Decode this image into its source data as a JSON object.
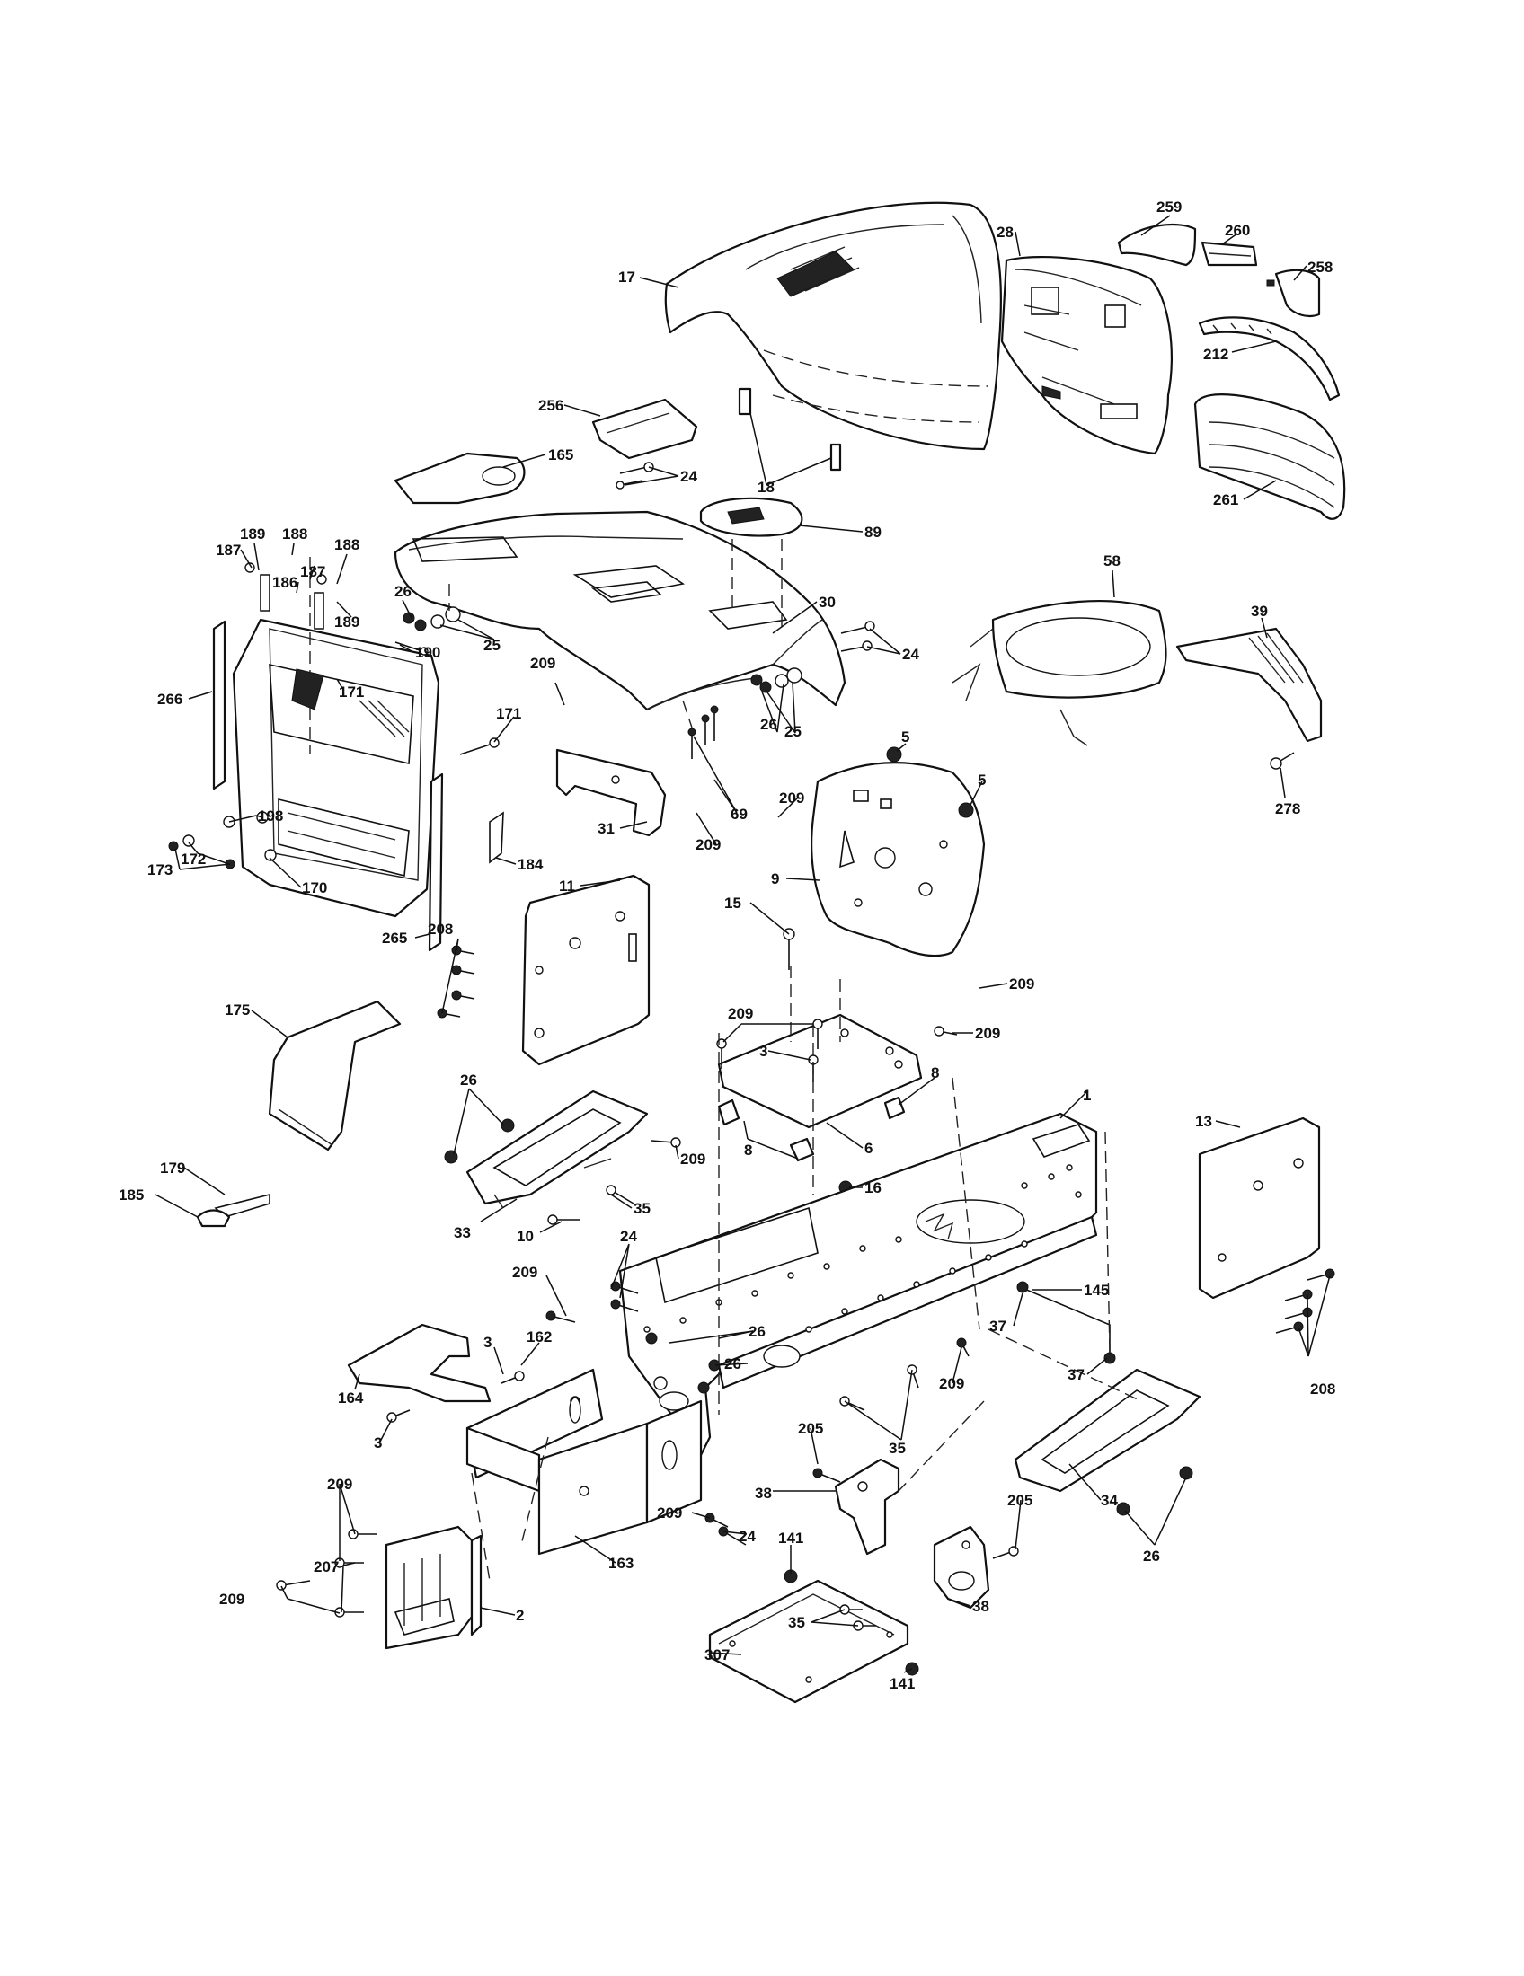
{
  "callouts": [
    {
      "id": "c-259",
      "text": "259"
    },
    {
      "id": "c-260",
      "text": "260"
    },
    {
      "id": "c-28",
      "text": "28"
    },
    {
      "id": "c-258",
      "text": "258"
    },
    {
      "id": "c-17",
      "text": "17"
    },
    {
      "id": "c-212",
      "text": "212"
    },
    {
      "id": "c-256",
      "text": "256"
    },
    {
      "id": "c-18",
      "text": "18"
    },
    {
      "id": "c-261",
      "text": "261"
    },
    {
      "id": "c-165",
      "text": "165"
    },
    {
      "id": "c-24a",
      "text": "24"
    },
    {
      "id": "c-89",
      "text": "89"
    },
    {
      "id": "c-189a",
      "text": "189"
    },
    {
      "id": "c-188a",
      "text": "188"
    },
    {
      "id": "c-187a",
      "text": "187"
    },
    {
      "id": "c-188b",
      "text": "188"
    },
    {
      "id": "c-187b",
      "text": "187"
    },
    {
      "id": "c-186",
      "text": "186"
    },
    {
      "id": "c-189b",
      "text": "189"
    },
    {
      "id": "c-26a",
      "text": "26"
    },
    {
      "id": "c-25a",
      "text": "25"
    },
    {
      "id": "c-30",
      "text": "30"
    },
    {
      "id": "c-24b",
      "text": "24"
    },
    {
      "id": "c-58",
      "text": "58"
    },
    {
      "id": "c-39",
      "text": "39"
    },
    {
      "id": "c-190",
      "text": "190"
    },
    {
      "id": "c-266",
      "text": "266"
    },
    {
      "id": "c-171a",
      "text": "171"
    },
    {
      "id": "c-171b",
      "text": "171"
    },
    {
      "id": "c-209a",
      "text": "209"
    },
    {
      "id": "c-26b",
      "text": "26"
    },
    {
      "id": "c-25b",
      "text": "25"
    },
    {
      "id": "c-278",
      "text": "278"
    },
    {
      "id": "c-5a",
      "text": "5"
    },
    {
      "id": "c-5b",
      "text": "5"
    },
    {
      "id": "c-209b",
      "text": "209"
    },
    {
      "id": "c-69",
      "text": "69"
    },
    {
      "id": "c-198",
      "text": "198"
    },
    {
      "id": "c-172",
      "text": "172"
    },
    {
      "id": "c-173",
      "text": "173"
    },
    {
      "id": "c-170",
      "text": "170"
    },
    {
      "id": "c-184",
      "text": "184"
    },
    {
      "id": "c-31",
      "text": "31"
    },
    {
      "id": "c-209c",
      "text": "209"
    },
    {
      "id": "c-265",
      "text": "265"
    },
    {
      "id": "c-11",
      "text": "11"
    },
    {
      "id": "c-9",
      "text": "9"
    },
    {
      "id": "c-15",
      "text": "15"
    },
    {
      "id": "c-208a",
      "text": "208"
    },
    {
      "id": "c-209d",
      "text": "209"
    },
    {
      "id": "c-175",
      "text": "175"
    },
    {
      "id": "c-209e",
      "text": "209"
    },
    {
      "id": "c-3a",
      "text": "3"
    },
    {
      "id": "c-209f",
      "text": "209"
    },
    {
      "id": "c-8a",
      "text": "8"
    },
    {
      "id": "c-26c",
      "text": "26"
    },
    {
      "id": "c-1",
      "text": "1"
    },
    {
      "id": "c-13",
      "text": "13"
    },
    {
      "id": "c-209g",
      "text": "209"
    },
    {
      "id": "c-8b",
      "text": "8"
    },
    {
      "id": "c-6",
      "text": "6"
    },
    {
      "id": "c-179",
      "text": "179"
    },
    {
      "id": "c-16",
      "text": "16"
    },
    {
      "id": "c-185",
      "text": "185"
    },
    {
      "id": "c-35a",
      "text": "35"
    },
    {
      "id": "c-33",
      "text": "33"
    },
    {
      "id": "c-10",
      "text": "10"
    },
    {
      "id": "c-24c",
      "text": "24"
    },
    {
      "id": "c-209h",
      "text": "209"
    },
    {
      "id": "c-145",
      "text": "145"
    },
    {
      "id": "c-3b",
      "text": "3"
    },
    {
      "id": "c-162",
      "text": "162"
    },
    {
      "id": "c-26d",
      "text": "26"
    },
    {
      "id": "c-37a",
      "text": "37"
    },
    {
      "id": "c-26e",
      "text": "26"
    },
    {
      "id": "c-209i",
      "text": "209"
    },
    {
      "id": "c-37b",
      "text": "37"
    },
    {
      "id": "c-208b",
      "text": "208"
    },
    {
      "id": "c-164",
      "text": "164"
    },
    {
      "id": "c-3c",
      "text": "3"
    },
    {
      "id": "c-35b",
      "text": "35"
    },
    {
      "id": "c-205a",
      "text": "205"
    },
    {
      "id": "c-209j",
      "text": "209"
    },
    {
      "id": "c-38a",
      "text": "38"
    },
    {
      "id": "c-209k",
      "text": "209"
    },
    {
      "id": "c-24d",
      "text": "24"
    },
    {
      "id": "c-34",
      "text": "34"
    },
    {
      "id": "c-205b",
      "text": "205"
    },
    {
      "id": "c-26f",
      "text": "26"
    },
    {
      "id": "c-141a",
      "text": "141"
    },
    {
      "id": "c-207",
      "text": "207"
    },
    {
      "id": "c-163",
      "text": "163"
    },
    {
      "id": "c-38b",
      "text": "38"
    },
    {
      "id": "c-209l",
      "text": "209"
    },
    {
      "id": "c-2",
      "text": "2"
    },
    {
      "id": "c-35c",
      "text": "35"
    },
    {
      "id": "c-307",
      "text": "307"
    },
    {
      "id": "c-141b",
      "text": "141"
    }
  ]
}
